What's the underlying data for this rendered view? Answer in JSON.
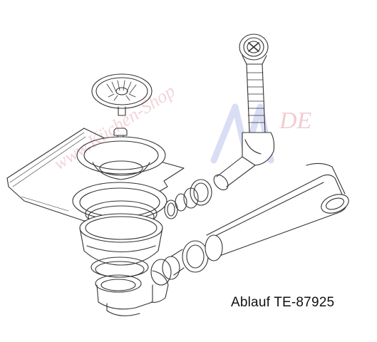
{
  "caption": "Ablauf TE-87925",
  "watermark": {
    "text": "www.Küchen-Shop",
    "suffix": "DE",
    "colors": {
      "text": "#e2a0ab",
      "stripe": "#c7cfee"
    }
  },
  "drawing": {
    "line_color": "#333333",
    "parts": [
      "strainer-basket",
      "drain-bolt",
      "sink-cutout",
      "flange",
      "gasket",
      "body-ring",
      "drain-body",
      "overflow-knob",
      "overflow-tube",
      "nut",
      "seal-rings",
      "drain-pipe",
      "elbow-connector"
    ]
  }
}
